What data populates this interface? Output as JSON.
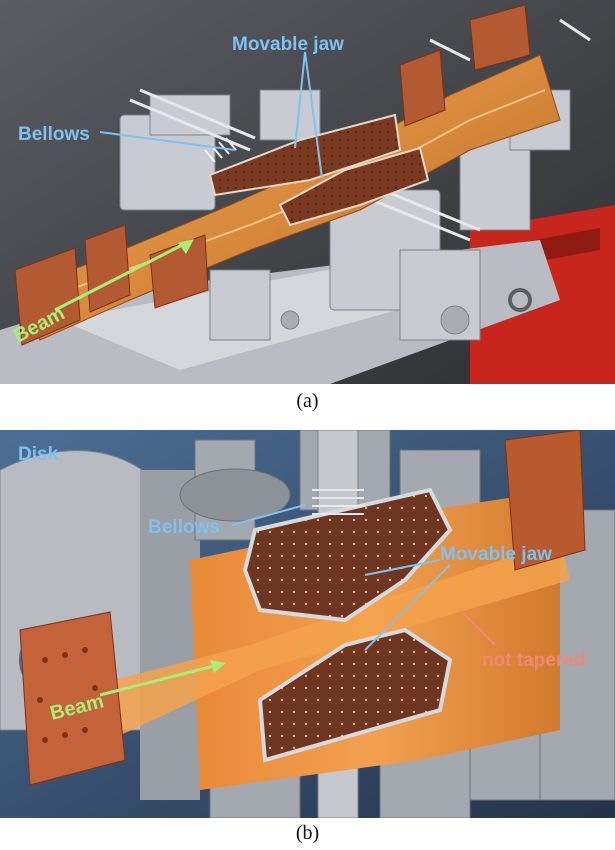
{
  "figure": {
    "panel_a": {
      "caption": "(a)",
      "labels": {
        "movable_jaw": "Movable jaw",
        "bellows": "Bellows",
        "beam": "Beam"
      }
    },
    "panel_b": {
      "caption": "(b)",
      "labels": {
        "disk": "Disk",
        "bellows": "Bellows",
        "movable_jaw": "Movable jaw",
        "not_tapered": "not tapered",
        "beam": "Beam"
      }
    }
  },
  "colors": {
    "label_blue": "#7ec2f2",
    "beam_green": "#a6f07a",
    "not_tapered_red": "#f08878",
    "copper": "#d98a3c",
    "copper_dark": "#a8522a",
    "steel": "#c8ccd2",
    "support_red": "#c8261c"
  }
}
